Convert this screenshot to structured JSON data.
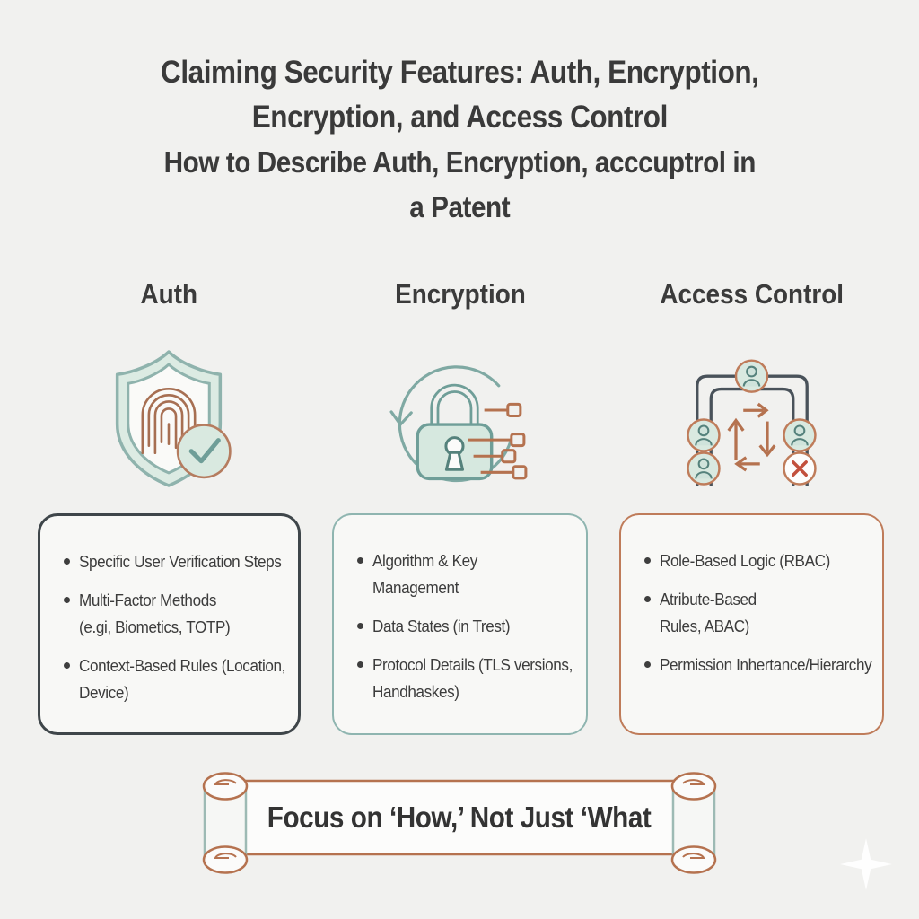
{
  "title": {
    "line1": "Claiming Security Features: Auth, Encryption,",
    "line2": "Encryption, and Access Control",
    "line3": "How to Describe Auth, Encryption, acccuptrol in",
    "line4": "a Patent"
  },
  "columns": [
    {
      "header": "Auth",
      "icon": "shield-fingerprint-check-icon",
      "bullets": [
        "Specific User Verification Steps",
        "Multi-Factor Methods\n(e.gi, Biometics, TOTP)",
        "Context-Based Rules (Location,\nDevice)"
      ]
    },
    {
      "header": "Encryption",
      "icon": "padlock-cycle-data-icon",
      "bullets": [
        "Algorithm & Key\nManagement",
        "Data States (in Trest)",
        "Protocol Details (TLS versions,\nHandhaskes)"
      ]
    },
    {
      "header": "Access Control",
      "icon": "user-hierarchy-flow-icon",
      "bullets": [
        "Role-Based Logic (RBAC)",
        "Atribute-Based\nRules, ABAC)",
        "Permission Inhertance/Hierarchy"
      ]
    }
  ],
  "banner": {
    "text": "Focus on ‘How,’ Not Just ‘What"
  },
  "colors": {
    "background": "#f1f1ef",
    "card_background": "#f8f8f6",
    "text": "#3a3a3a",
    "auth_border": "#3f464a",
    "encryption_border": "#8fb5b0",
    "access_border": "#bf7c5a",
    "teal": "#7fa9a3",
    "teal_dark": "#55827c",
    "mint": "#d9e9e0",
    "terracotta": "#b5724f",
    "dark": "#49525a"
  }
}
